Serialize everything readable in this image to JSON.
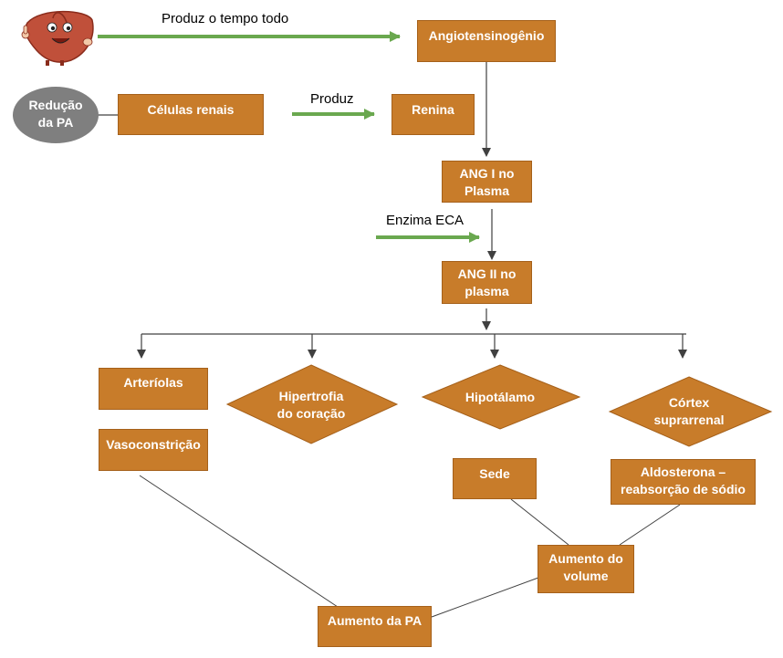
{
  "colors": {
    "box_fill": "#c87c2a",
    "box_border": "#a5601a",
    "arrow_green": "#6aa84f",
    "connector": "#404040",
    "ellipse_gray": "#7f7f7f"
  },
  "icons": {
    "liver": "liver-mascot-icon"
  },
  "labels": {
    "produz_tempo_todo": "Produz o tempo todo",
    "produz": "Produz",
    "enzima_eca": "Enzima ECA"
  },
  "nodes": {
    "reducao_pa": "Redução\nda PA",
    "celulas_renais": "Células renais",
    "renina": "Renina",
    "angiotensinogenio": "Angiotensinogênio",
    "ang1": "ANG I no\nPlasma",
    "ang2": "ANG II no\nplasma",
    "arteriolas": "Arteríolas",
    "vasoconstricao": "Vasoconstrição",
    "hipertrofia": "Hipertrofia\ndo coração",
    "hipotalamo": "Hipotálamo",
    "sede": "Sede",
    "cortex": "Córtex\nsuprarrenal",
    "aldosterona": "Aldosterona –\nreabsorção de sódio",
    "aumento_volume": "Aumento do\nvolume",
    "aumento_pa": "Aumento da PA"
  }
}
